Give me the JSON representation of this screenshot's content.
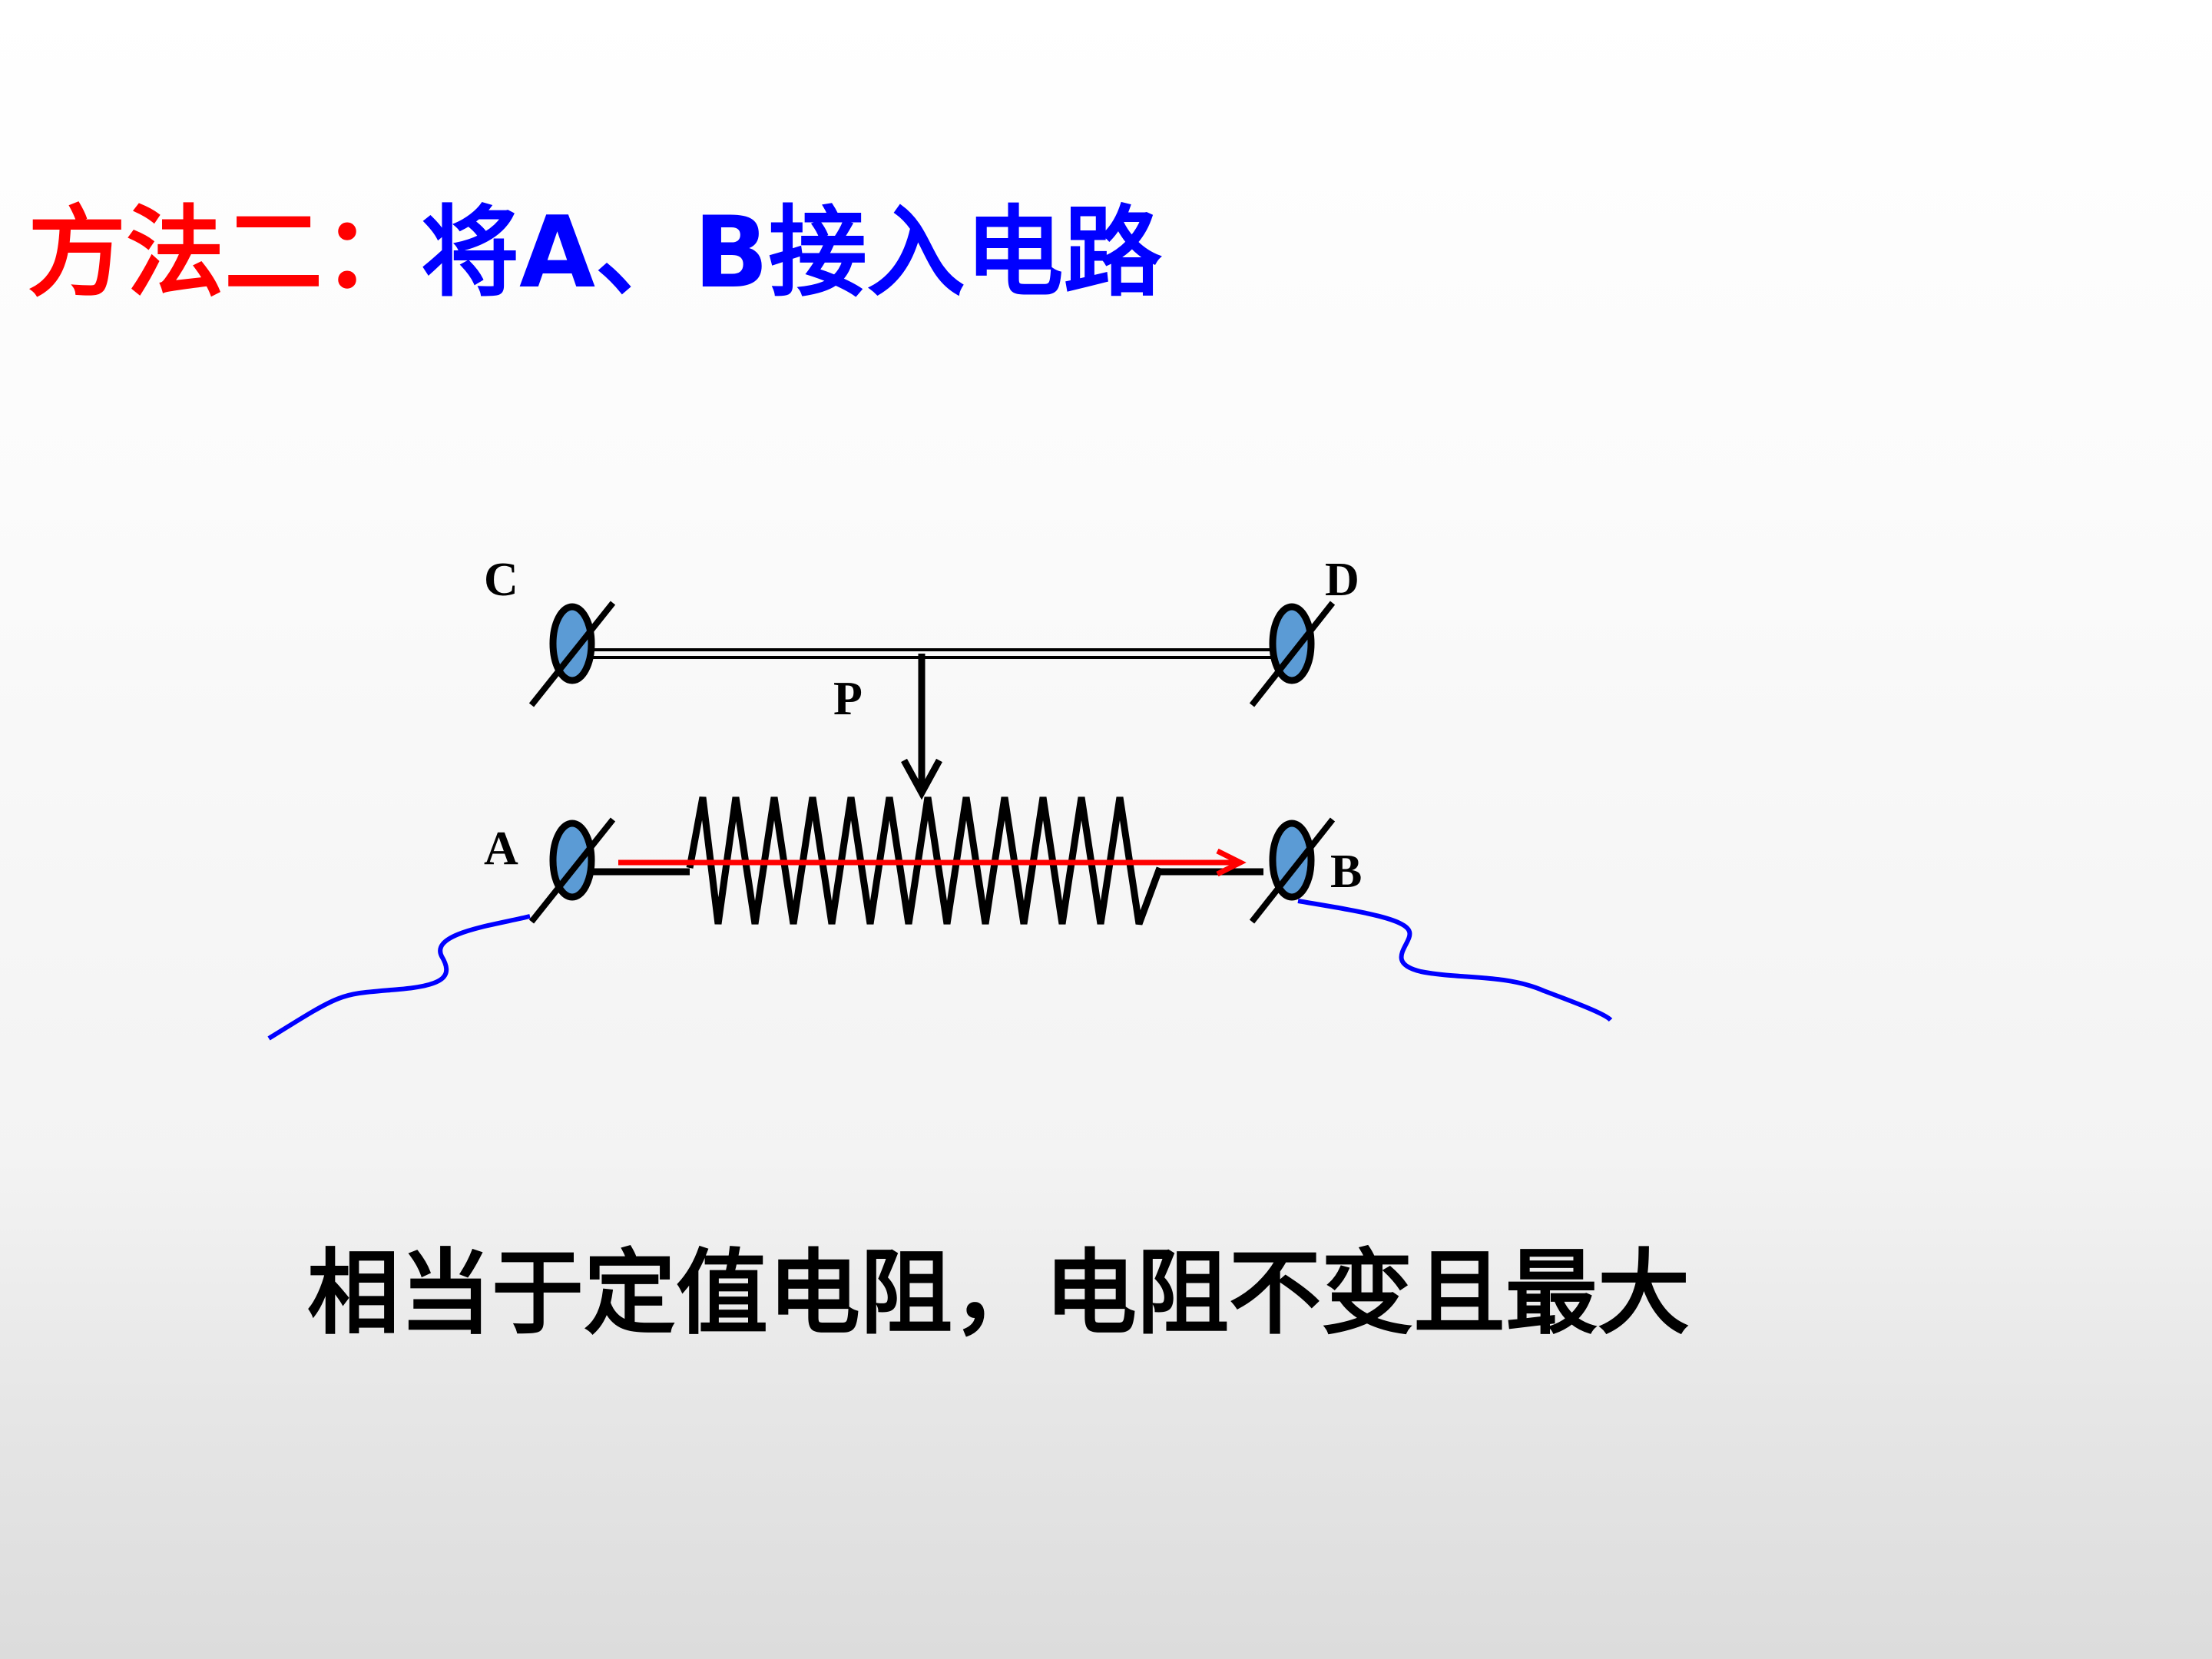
{
  "title": {
    "prefix": "方法二：",
    "text": "将A、B接入电路",
    "prefix_color": "#ff0000",
    "text_color": "#0000ff"
  },
  "diagram": {
    "labels": {
      "c": "C",
      "d": "D",
      "p": "P",
      "a": "A",
      "b": "B"
    },
    "colors": {
      "terminal_fill": "#5b9bd5",
      "wire": "#0000ff",
      "current_arrow": "#ff0000",
      "stroke": "#000000"
    }
  },
  "caption": "相当于定值电阻，电阻不变且最大"
}
